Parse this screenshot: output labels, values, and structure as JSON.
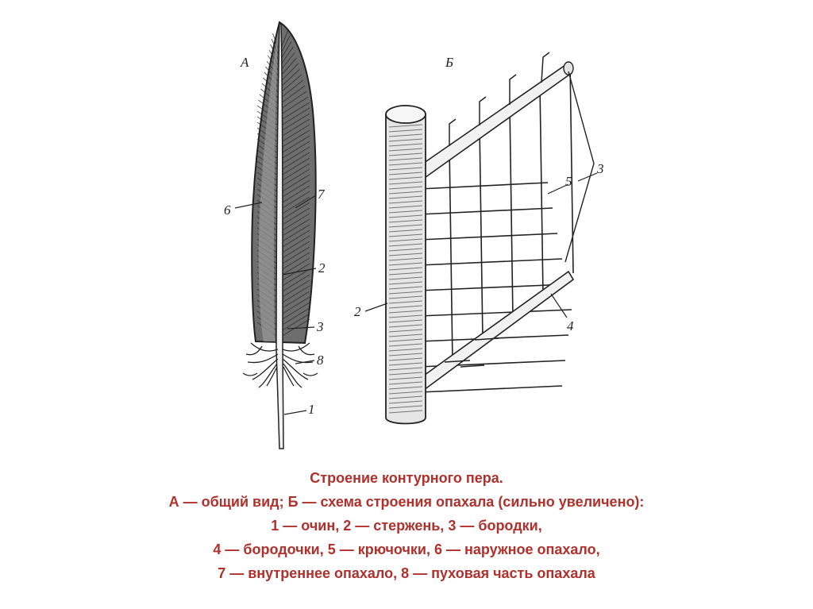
{
  "figure": {
    "panel_a_letter": "А",
    "panel_b_letter": "Б",
    "panel_a_labels": [
      "6",
      "7",
      "2",
      "3",
      "8",
      "1"
    ],
    "panel_b_labels": [
      "2",
      "3",
      "5",
      "4"
    ]
  },
  "caption": {
    "line1": "Строение контурного пера.",
    "line2": "А — общий вид; Б — схема строения опахала (сильно увеличено):",
    "line3": "1 — очин, 2 — стержень, 3 — бородки,",
    "line4": "4 — бородочки, 5 — крючочки, 6 — наружное опахало,",
    "line5": "7 — внутреннее опахало, 8 — пуховая часть опахала"
  },
  "colors": {
    "caption_text": "#b0302b",
    "ink": "#222222",
    "background": "#ffffff"
  }
}
